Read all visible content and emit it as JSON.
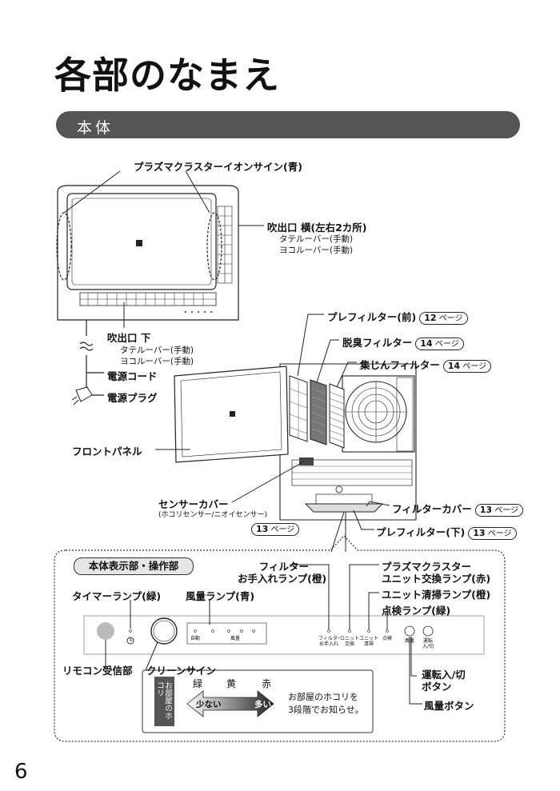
{
  "title": "各部のなまえ",
  "section": "本体",
  "labels": {
    "plasma_sign": "プラズマクラスターイオンサイン(青)",
    "outlet_side": "吹出口 横(左右2カ所)",
    "outlet_side_v": "タテルーバー(手動)",
    "outlet_side_h": "ヨコルーバー(手動)",
    "outlet_bottom": "吹出口 下",
    "outlet_bottom_v": "タテルーバー(手動)",
    "outlet_bottom_h": "ヨコルーバー(手動)",
    "power_cord": "電源コード",
    "power_plug": "電源プラグ",
    "front_panel": "フロントパネル",
    "prefilter_front": "プレフィルター(前)",
    "prefilter_front_page": "12",
    "deodor_filter": "脱臭フィルター",
    "deodor_filter_page": "14",
    "dust_filter": "集じんフィルター",
    "dust_filter_page": "14",
    "sensor_cover": "センサーカバー",
    "sensor_cover_sub": "(ホコリセンサー/ニオイセンサー)",
    "sensor_cover_page": "13",
    "filter_cover": "フィルターカバー",
    "filter_cover_page": "13",
    "prefilter_bottom": "プレフィルター(下)",
    "prefilter_bottom_page": "13",
    "page_unit": "ページ"
  },
  "panel": {
    "title": "本体表示部・操作部",
    "timer_lamp": "タイマーランプ(緑)",
    "airflow_lamp": "風量ランプ(青)",
    "filter_lamp_1": "フィルター",
    "filter_lamp_2": "お手入れランプ(橙)",
    "plasma_unit_lamp_1": "プラズマクラスター",
    "plasma_unit_lamp_2": "ユニット交換ランプ(赤)",
    "unit_clean_lamp": "ユニット清掃ランプ(橙)",
    "check_lamp": "点検ランプ(緑)",
    "remote_receiver": "リモコン受信部",
    "clean_sign": "クリーンサイン",
    "power_button_1": "運転入/切",
    "power_button_2": "ボタン",
    "airflow_button": "風量ボタン",
    "cs_vertical": "お部屋のホコリ",
    "cs_green": "緑",
    "cs_yellow": "黄",
    "cs_red": "赤",
    "cs_low": "少ない",
    "cs_high": "多い",
    "cs_note_1": "お部屋のホコリを",
    "cs_note_2": "3段階でお知らせ。",
    "print_auto": "自動",
    "print_airflow": "風量",
    "print_filter_1": "フィルター",
    "print_filter_2": "お手入れ",
    "print_unit_1": "ユニット",
    "print_unit_2": "交換",
    "print_clean_1": "ユニット",
    "print_clean_2": "清掃",
    "print_check": "点検",
    "print_btn_airflow": "風量",
    "print_btn_power_1": "運転",
    "print_btn_power_2": "入/切"
  },
  "page_number": "6"
}
